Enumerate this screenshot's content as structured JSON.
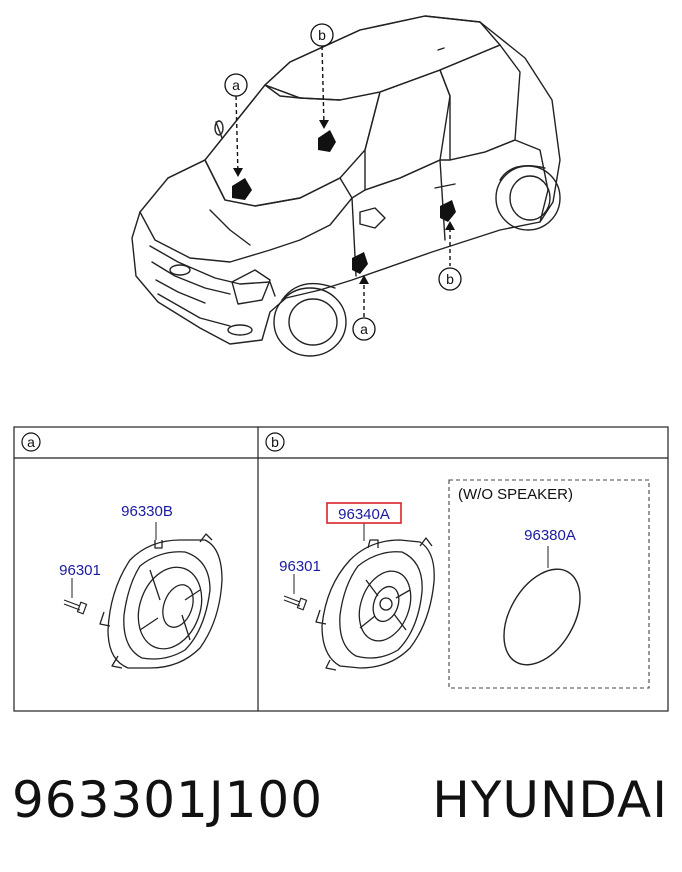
{
  "callouts": {
    "a": "a",
    "b": "b"
  },
  "table": {
    "section_a_label": "a",
    "section_b_label": "b",
    "wo_speaker_label": "(W/O SPEAKER)"
  },
  "parts": {
    "front_speaker": "96330B",
    "front_screw": "96301",
    "rear_speaker": "96340A",
    "rear_screw": "96301",
    "cover": "96380A"
  },
  "highlight_color": "#d8232a",
  "part_number_color": "#1a1aa0",
  "footer": {
    "part_number": "963301J100",
    "brand": "HYUNDAI"
  }
}
